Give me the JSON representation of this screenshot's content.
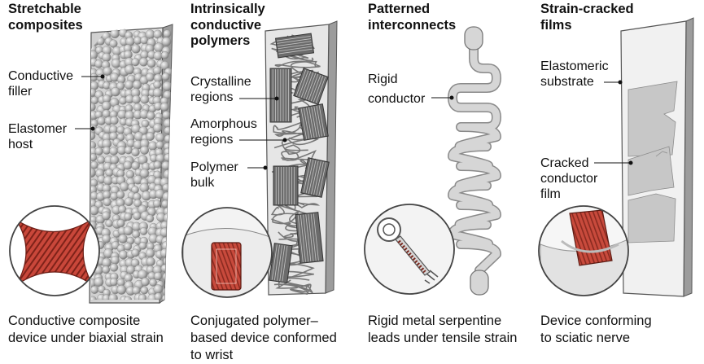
{
  "panels": [
    {
      "title": "Stretchable\ncomposites",
      "labels": {
        "a": "Conductive\nfiller",
        "b": "Elastomer\nhost"
      },
      "caption": "Conductive composite\ndevice under biaxial strain"
    },
    {
      "title": "Intrinsically\nconductive\npolymers",
      "labels": {
        "a": "Crystalline\nregions",
        "b": "Amorphous\nregions",
        "c": "Polymer\nbulk"
      },
      "caption": "Conjugated polymer–\nbased device conformed\nto wrist"
    },
    {
      "title": "Patterned\ninterconnects",
      "labels": {
        "a": "Rigid",
        "b": "conductor"
      },
      "caption": "Rigid metal serpentine\nleads under tensile strain"
    },
    {
      "title": "Strain-cracked\nfilms",
      "labels": {
        "a": "Elastomeric\nsubstrate",
        "b": "Cracked\nconductor\nfilm"
      },
      "caption": "Device conforming\nto sciatic nerve"
    }
  ],
  "colors": {
    "slab": "#d4d4d4",
    "slab_edge": "#555555",
    "sphere": "#b9b9b9",
    "crystal": "#6b6b6b",
    "conductor_red": "#c8483a",
    "serpentine": "#d0d0d0"
  }
}
